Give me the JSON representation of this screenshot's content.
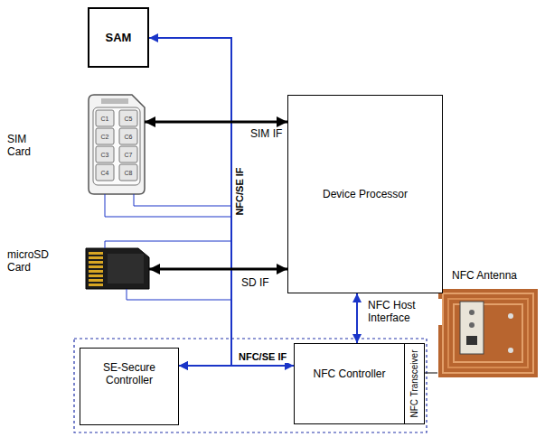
{
  "diagram": {
    "nodes": [
      {
        "text": [
          "SAM"
        ]
      },
      {
        "text": [
          "SIM Card"
        ]
      },
      {
        "text": [
          "Device Processor"
        ]
      },
      {
        "text": [
          "microSD Card"
        ]
      },
      {
        "text": [
          "SE-Secure Controller"
        ]
      },
      {
        "text": [
          "NFC Controller"
        ]
      },
      {
        "text": [
          "NFC Transceiver"
        ],
        "in": 5
      },
      {
        "text": [
          "NFC Antenna"
        ]
      }
    ],
    "edges": [
      {
        "from": 0,
        "to": 4,
        "arrow": "both"
      },
      {
        "from": 1,
        "to": 4,
        "arrow": "none"
      },
      {
        "from": 3,
        "to": 4,
        "arrow": "none"
      },
      {
        "from": 1,
        "to": 2,
        "arrow": "both",
        "label": "SIM IF"
      },
      {
        "from": 3,
        "to": 2,
        "arrow": "both",
        "label": "SD IF"
      },
      {
        "from": 2,
        "to": 5,
        "arrow": "both",
        "label": "NFC Host Interface"
      },
      {
        "from": 4,
        "to": 5,
        "arrow": "both",
        "label": "NFC/SE IF"
      },
      {
        "from": 6,
        "to": 7,
        "arrow": "none"
      }
    ],
    "labels": [
      "NFC/SE IF",
      "C1",
      "C5",
      "C2",
      "C6",
      "C3",
      "C7",
      "C4",
      "C8"
    ]
  }
}
